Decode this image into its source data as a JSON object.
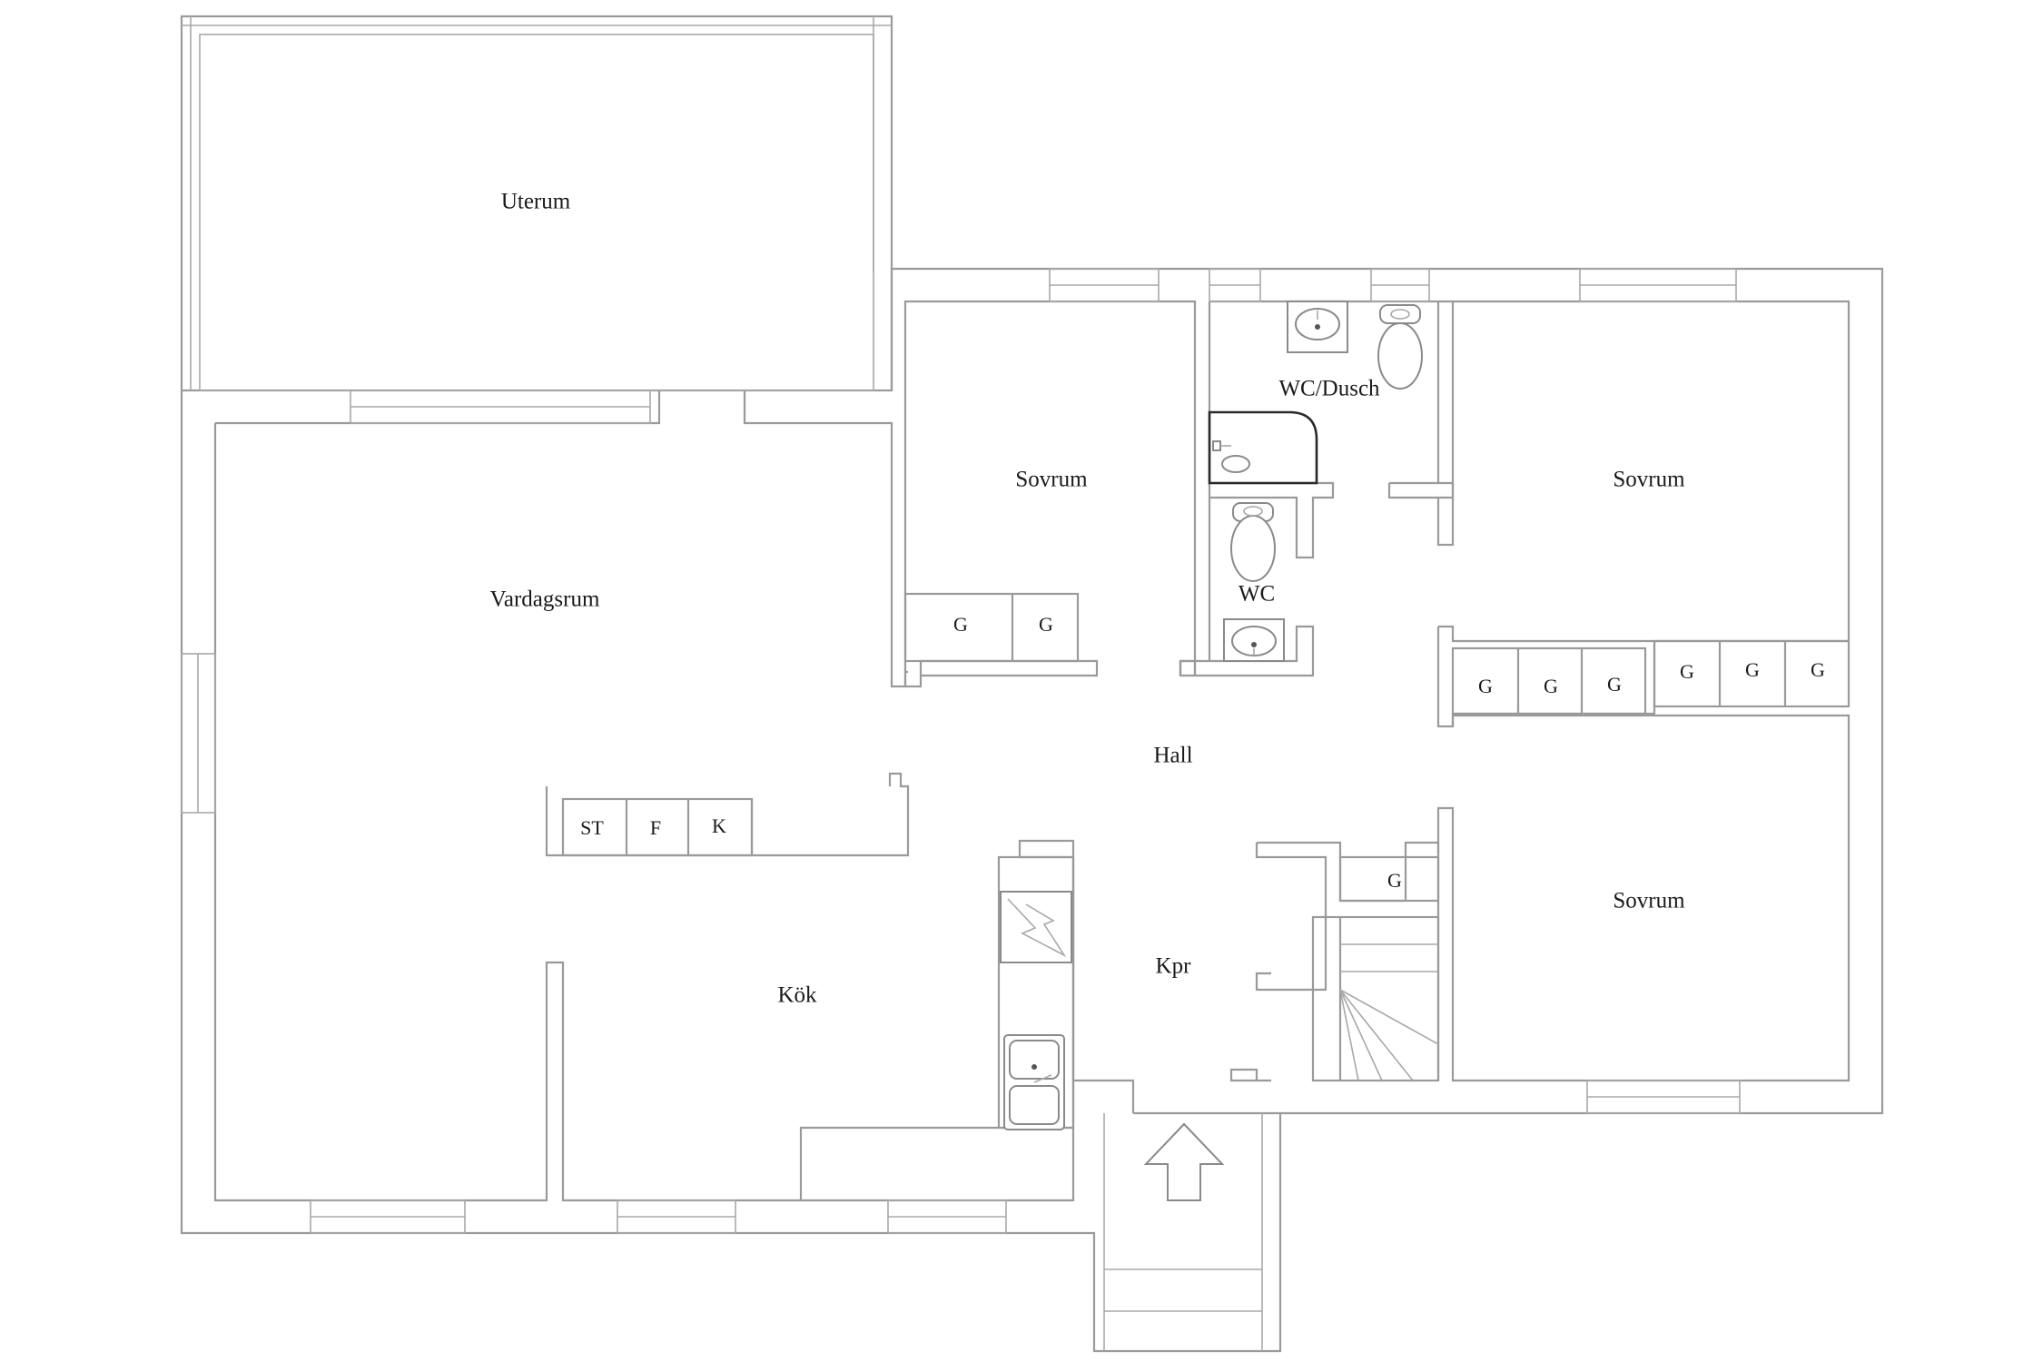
{
  "rooms": {
    "uterum": "Uterum",
    "vardagsrum": "Vardagsrum",
    "sovrum_1": "Sovrum",
    "wc_dusch": "WC/Dusch",
    "sovrum_2": "Sovrum",
    "wc": "WC",
    "hall": "Hall",
    "kok": "Kök",
    "kpr": "Kpr",
    "sovrum_3": "Sovrum"
  },
  "closets": {
    "g": "G",
    "st": "ST",
    "f": "F",
    "k": "K"
  }
}
